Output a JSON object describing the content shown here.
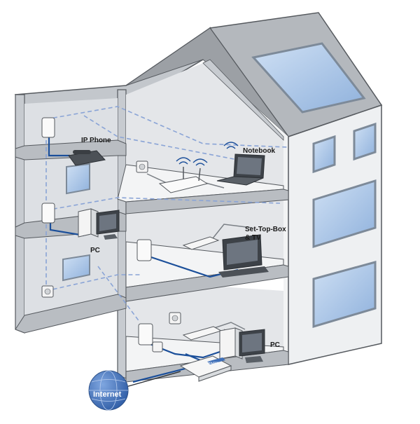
{
  "labels": {
    "ip_phone": "IP Phone",
    "notebook": "Notebook",
    "set_top_box_1": "Set-Top-Box",
    "set_top_box_2": "& TV",
    "pc_upper": "PC",
    "pc_lower": "PC",
    "internet": "Internet",
    "router_brand": "ROUTER"
  },
  "colors": {
    "wall": "#cfd2d6",
    "wall_dark": "#a9adb2",
    "floor_top": "#e9ebee",
    "interior": "#dfe2e6",
    "roof": "#b8bcc1",
    "roof_dark": "#8f9499",
    "window_glass": "#a7c4e6",
    "window_frame": "#7d8a99",
    "cable": "#1b4f9a",
    "powerline_dash": "#8aa4d6",
    "globe": "#3f6fb8",
    "outline": "#55595e"
  },
  "icons": [
    "powerline-adapter-icon",
    "wall-socket-icon",
    "phone-icon",
    "laptop-icon",
    "router-icon",
    "monitor-icon",
    "tv-icon",
    "pc-tower-icon",
    "wifi-signal-icon",
    "globe-icon"
  ]
}
